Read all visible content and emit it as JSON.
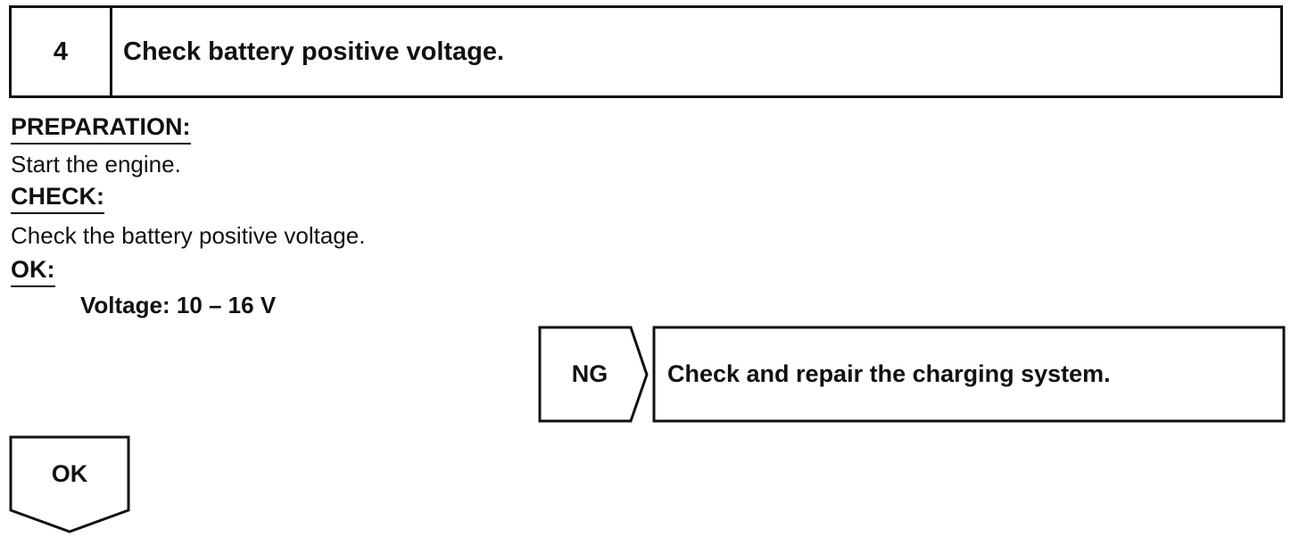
{
  "step": {
    "number": "4",
    "title": "Check battery positive voltage."
  },
  "procedure": {
    "preparation_heading": "PREPARATION:",
    "preparation_text": "Start the engine.",
    "check_heading": "CHECK:",
    "check_text": "Check the battery positive voltage.",
    "ok_heading": "OK:",
    "spec": "Voltage: 10 – 16 V"
  },
  "flow": {
    "ng_label": "NG",
    "ng_action": "Check and repair the charging system.",
    "ok_label": "OK"
  }
}
